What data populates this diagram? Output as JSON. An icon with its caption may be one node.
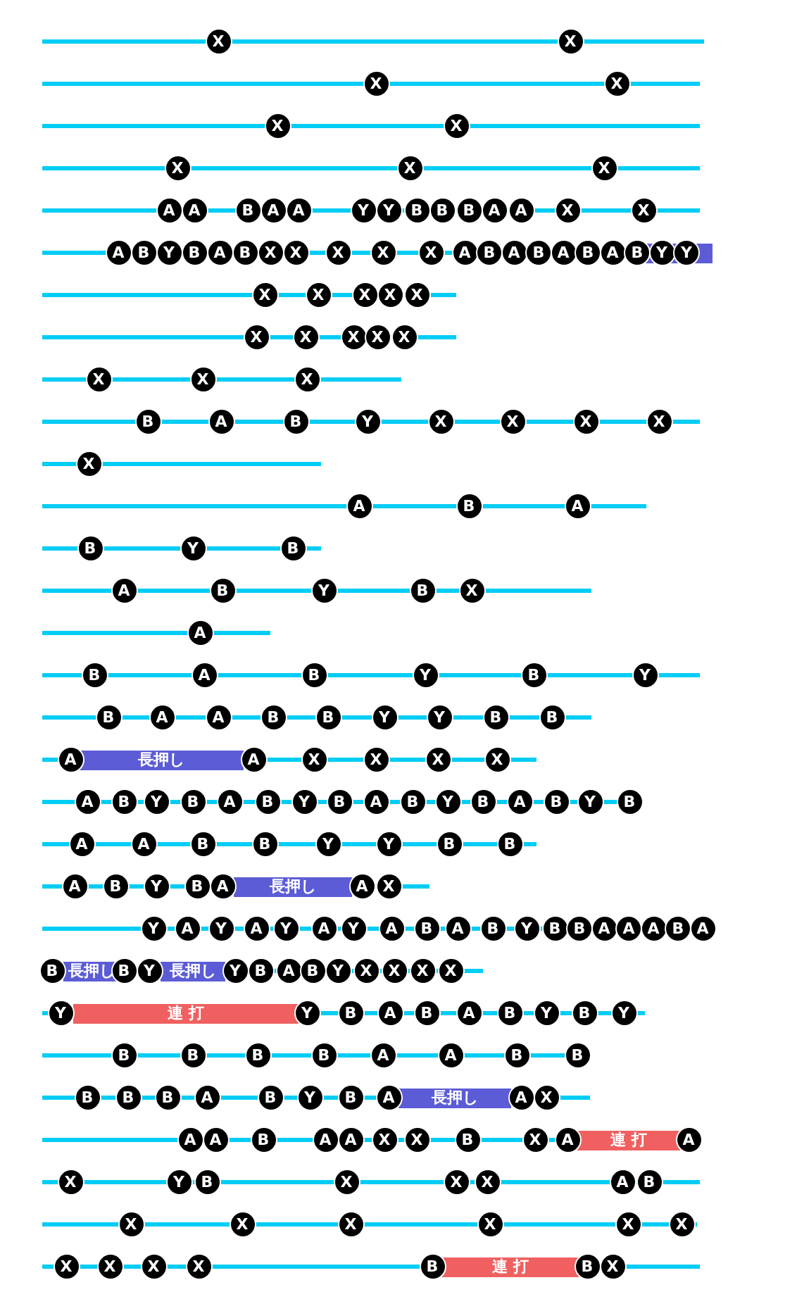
{
  "diagram": {
    "nodes": [
      {
        "text": [
          "X",
          "X"
        ]
      },
      {
        "text": [
          "X",
          "X"
        ]
      },
      {
        "text": [
          "X",
          "X"
        ]
      },
      {
        "text": [
          "X",
          "X",
          "X"
        ]
      },
      {
        "text": [
          "A",
          "A",
          "B",
          "A",
          "A",
          "Y",
          "Y",
          "B",
          "B",
          "B",
          "A",
          "A",
          "X",
          "X"
        ]
      },
      {
        "text": [
          "A",
          "B",
          "Y",
          "B",
          "A",
          "B",
          "X",
          "X",
          "X",
          "X",
          "X",
          "A",
          "B",
          "A",
          "B",
          "A",
          "B",
          "A",
          "B",
          "Y",
          "Y"
        ]
      },
      {
        "text": [
          "X",
          "X",
          "X",
          "X",
          "X"
        ]
      },
      {
        "text": [
          "X",
          "X",
          "X",
          "X",
          "X"
        ]
      },
      {
        "text": [
          "X",
          "X",
          "X"
        ]
      },
      {
        "text": [
          "B",
          "A",
          "B",
          "Y",
          "X",
          "X",
          "X",
          "X"
        ]
      },
      {
        "text": [
          "X"
        ]
      },
      {
        "text": [
          "A",
          "B",
          "A"
        ]
      },
      {
        "text": [
          "B",
          "Y",
          "B"
        ]
      },
      {
        "text": [
          "A",
          "B",
          "Y",
          "B",
          "X"
        ]
      },
      {
        "text": [
          "A"
        ]
      },
      {
        "text": [
          "B",
          "A",
          "B",
          "Y",
          "B",
          "Y"
        ]
      },
      {
        "text": [
          "B",
          "A",
          "A",
          "B",
          "B",
          "Y",
          "Y",
          "B",
          "B"
        ]
      },
      {
        "text": [
          "A",
          "長押し",
          "A",
          "X",
          "X",
          "X",
          "X"
        ]
      },
      {
        "text": [
          "A",
          "B",
          "Y",
          "B",
          "A",
          "B",
          "Y",
          "B",
          "A",
          "B",
          "Y",
          "B",
          "A",
          "B",
          "Y",
          "B"
        ]
      },
      {
        "text": [
          "A",
          "A",
          "B",
          "B",
          "Y",
          "Y",
          "B",
          "B"
        ]
      },
      {
        "text": [
          "A",
          "B",
          "Y",
          "B",
          "A",
          "長押し",
          "A",
          "X"
        ]
      },
      {
        "text": [
          "Y",
          "A",
          "Y",
          "A",
          "Y",
          "A",
          "Y",
          "A",
          "B",
          "A",
          "B",
          "Y",
          "B",
          "B",
          "A",
          "A",
          "A",
          "B",
          "A"
        ]
      },
      {
        "text": [
          "B",
          "長押し",
          "B",
          "Y",
          "長押し",
          "Y",
          "B",
          "A",
          "B",
          "Y",
          "X",
          "X",
          "X",
          "X"
        ]
      },
      {
        "text": [
          "Y",
          "連 打",
          "Y",
          "B",
          "A",
          "B",
          "A",
          "B",
          "Y",
          "B",
          "Y"
        ]
      },
      {
        "text": [
          "B",
          "B",
          "B",
          "B",
          "A",
          "A",
          "B",
          "B"
        ]
      },
      {
        "text": [
          "B",
          "B",
          "B",
          "A",
          "B",
          "Y",
          "B",
          "A",
          "長押し",
          "A",
          "X"
        ]
      },
      {
        "text": [
          "A",
          "A",
          "B",
          "A",
          "A",
          "X",
          "X",
          "B",
          "X",
          "A",
          "連 打",
          "A"
        ]
      },
      {
        "text": [
          "X",
          "Y",
          "B",
          "X",
          "X",
          "X",
          "A",
          "B"
        ]
      },
      {
        "text": [
          "X",
          "X",
          "X",
          "X",
          "X",
          "X"
        ]
      },
      {
        "text": [
          "X",
          "X",
          "X",
          "X",
          "B",
          "連 打",
          "B",
          "X"
        ]
      }
    ]
  }
}
